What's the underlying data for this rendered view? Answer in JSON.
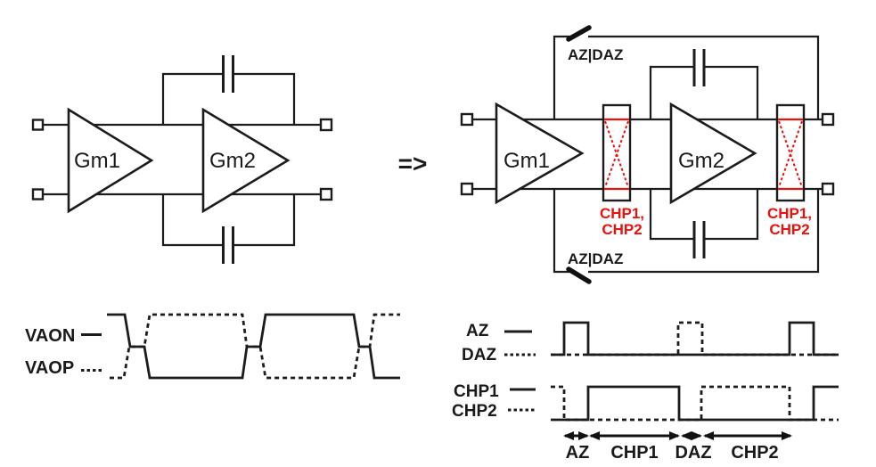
{
  "colors": {
    "accent_red": "#e8120f",
    "ink": "#1c1c1c"
  },
  "transform": {
    "arrow": "=>"
  },
  "left_circuit": {
    "amp1": "Gm1",
    "amp2": "Gm2"
  },
  "right_circuit": {
    "amp1": "Gm1",
    "amp2": "Gm2",
    "switch_top": "AZ|DAZ",
    "switch_bottom": "AZ|DAZ",
    "chopper1": {
      "line1": "CHP1,",
      "line2": "CHP2"
    },
    "chopper2": {
      "line1": "CHP1,",
      "line2": "CHP2"
    }
  },
  "left_timing": {
    "legend": [
      {
        "label": "VAON",
        "style": "solid"
      },
      {
        "label": "VAOP",
        "style": "dashed"
      }
    ]
  },
  "right_timing": {
    "row1": {
      "legend": [
        {
          "label": "AZ",
          "style": "solid"
        },
        {
          "label": "DAZ",
          "style": "dashed"
        }
      ]
    },
    "row2": {
      "legend": [
        {
          "label": "CHP1",
          "style": "solid"
        },
        {
          "label": "CHP2",
          "style": "dashed"
        }
      ]
    },
    "phases": [
      {
        "label": "AZ"
      },
      {
        "label": "CHP1"
      },
      {
        "label": "DAZ"
      },
      {
        "label": "CHP2"
      }
    ]
  }
}
